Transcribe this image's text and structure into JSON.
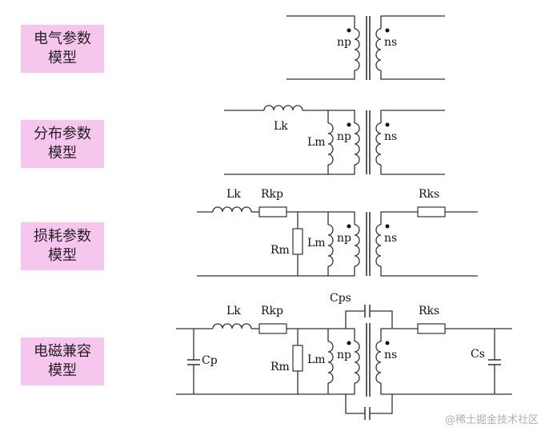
{
  "model_labels": [
    {
      "line1": "电气参数",
      "line2": "模型"
    },
    {
      "line1": "分布参数",
      "line2": "模型"
    },
    {
      "line1": "损耗参数",
      "line2": "模型"
    },
    {
      "line1": "电磁兼容",
      "line2": "模型"
    }
  ],
  "components": {
    "np": "np",
    "ns": "ns",
    "lk": "Lk",
    "lm": "Lm",
    "rkp": "Rkp",
    "rks": "Rks",
    "rm": "Rm",
    "cp": "Cp",
    "cs": "Cs",
    "cps": "Cps"
  },
  "watermark": "@稀土掘金技术社区"
}
